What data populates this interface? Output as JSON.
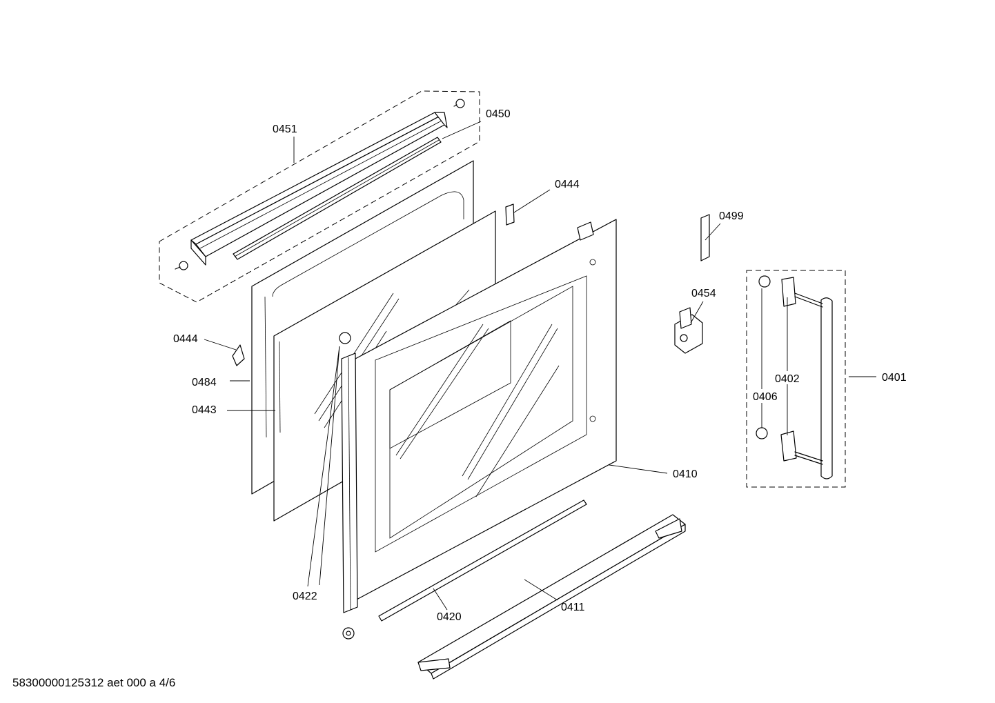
{
  "labels": {
    "p0451": "0451",
    "p0450": "0450",
    "p0444_top": "0444",
    "p0499": "0499",
    "p0454": "0454",
    "p0444_left": "0444",
    "p0484": "0484",
    "p0443": "0443",
    "p0402": "0402",
    "p0401": "0401",
    "p0406": "0406",
    "p0410": "0410",
    "p0422": "0422",
    "p0420": "0420",
    "p0411": "0411"
  },
  "footer": {
    "doc_id": "58300000125312 aet 000 a 4/6"
  }
}
